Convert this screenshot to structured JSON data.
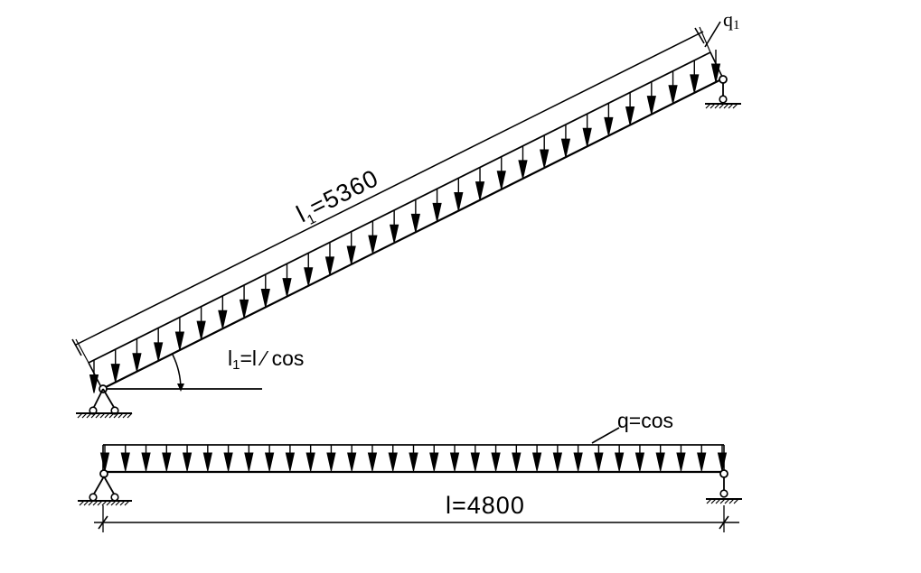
{
  "labels": {
    "inclined_length_var": "l",
    "inclined_length_sub": "1",
    "inclined_length_value": "=5360",
    "load_inclined_var": "q",
    "load_inclined_sub": "1",
    "relation_var": "l",
    "relation_sub": "1",
    "relation_rest": "=l ⁄ cos",
    "load_horizontal": "q=cos",
    "horizontal_length": "l=4800"
  },
  "colors": {
    "line": "#000000",
    "background": "#ffffff"
  }
}
